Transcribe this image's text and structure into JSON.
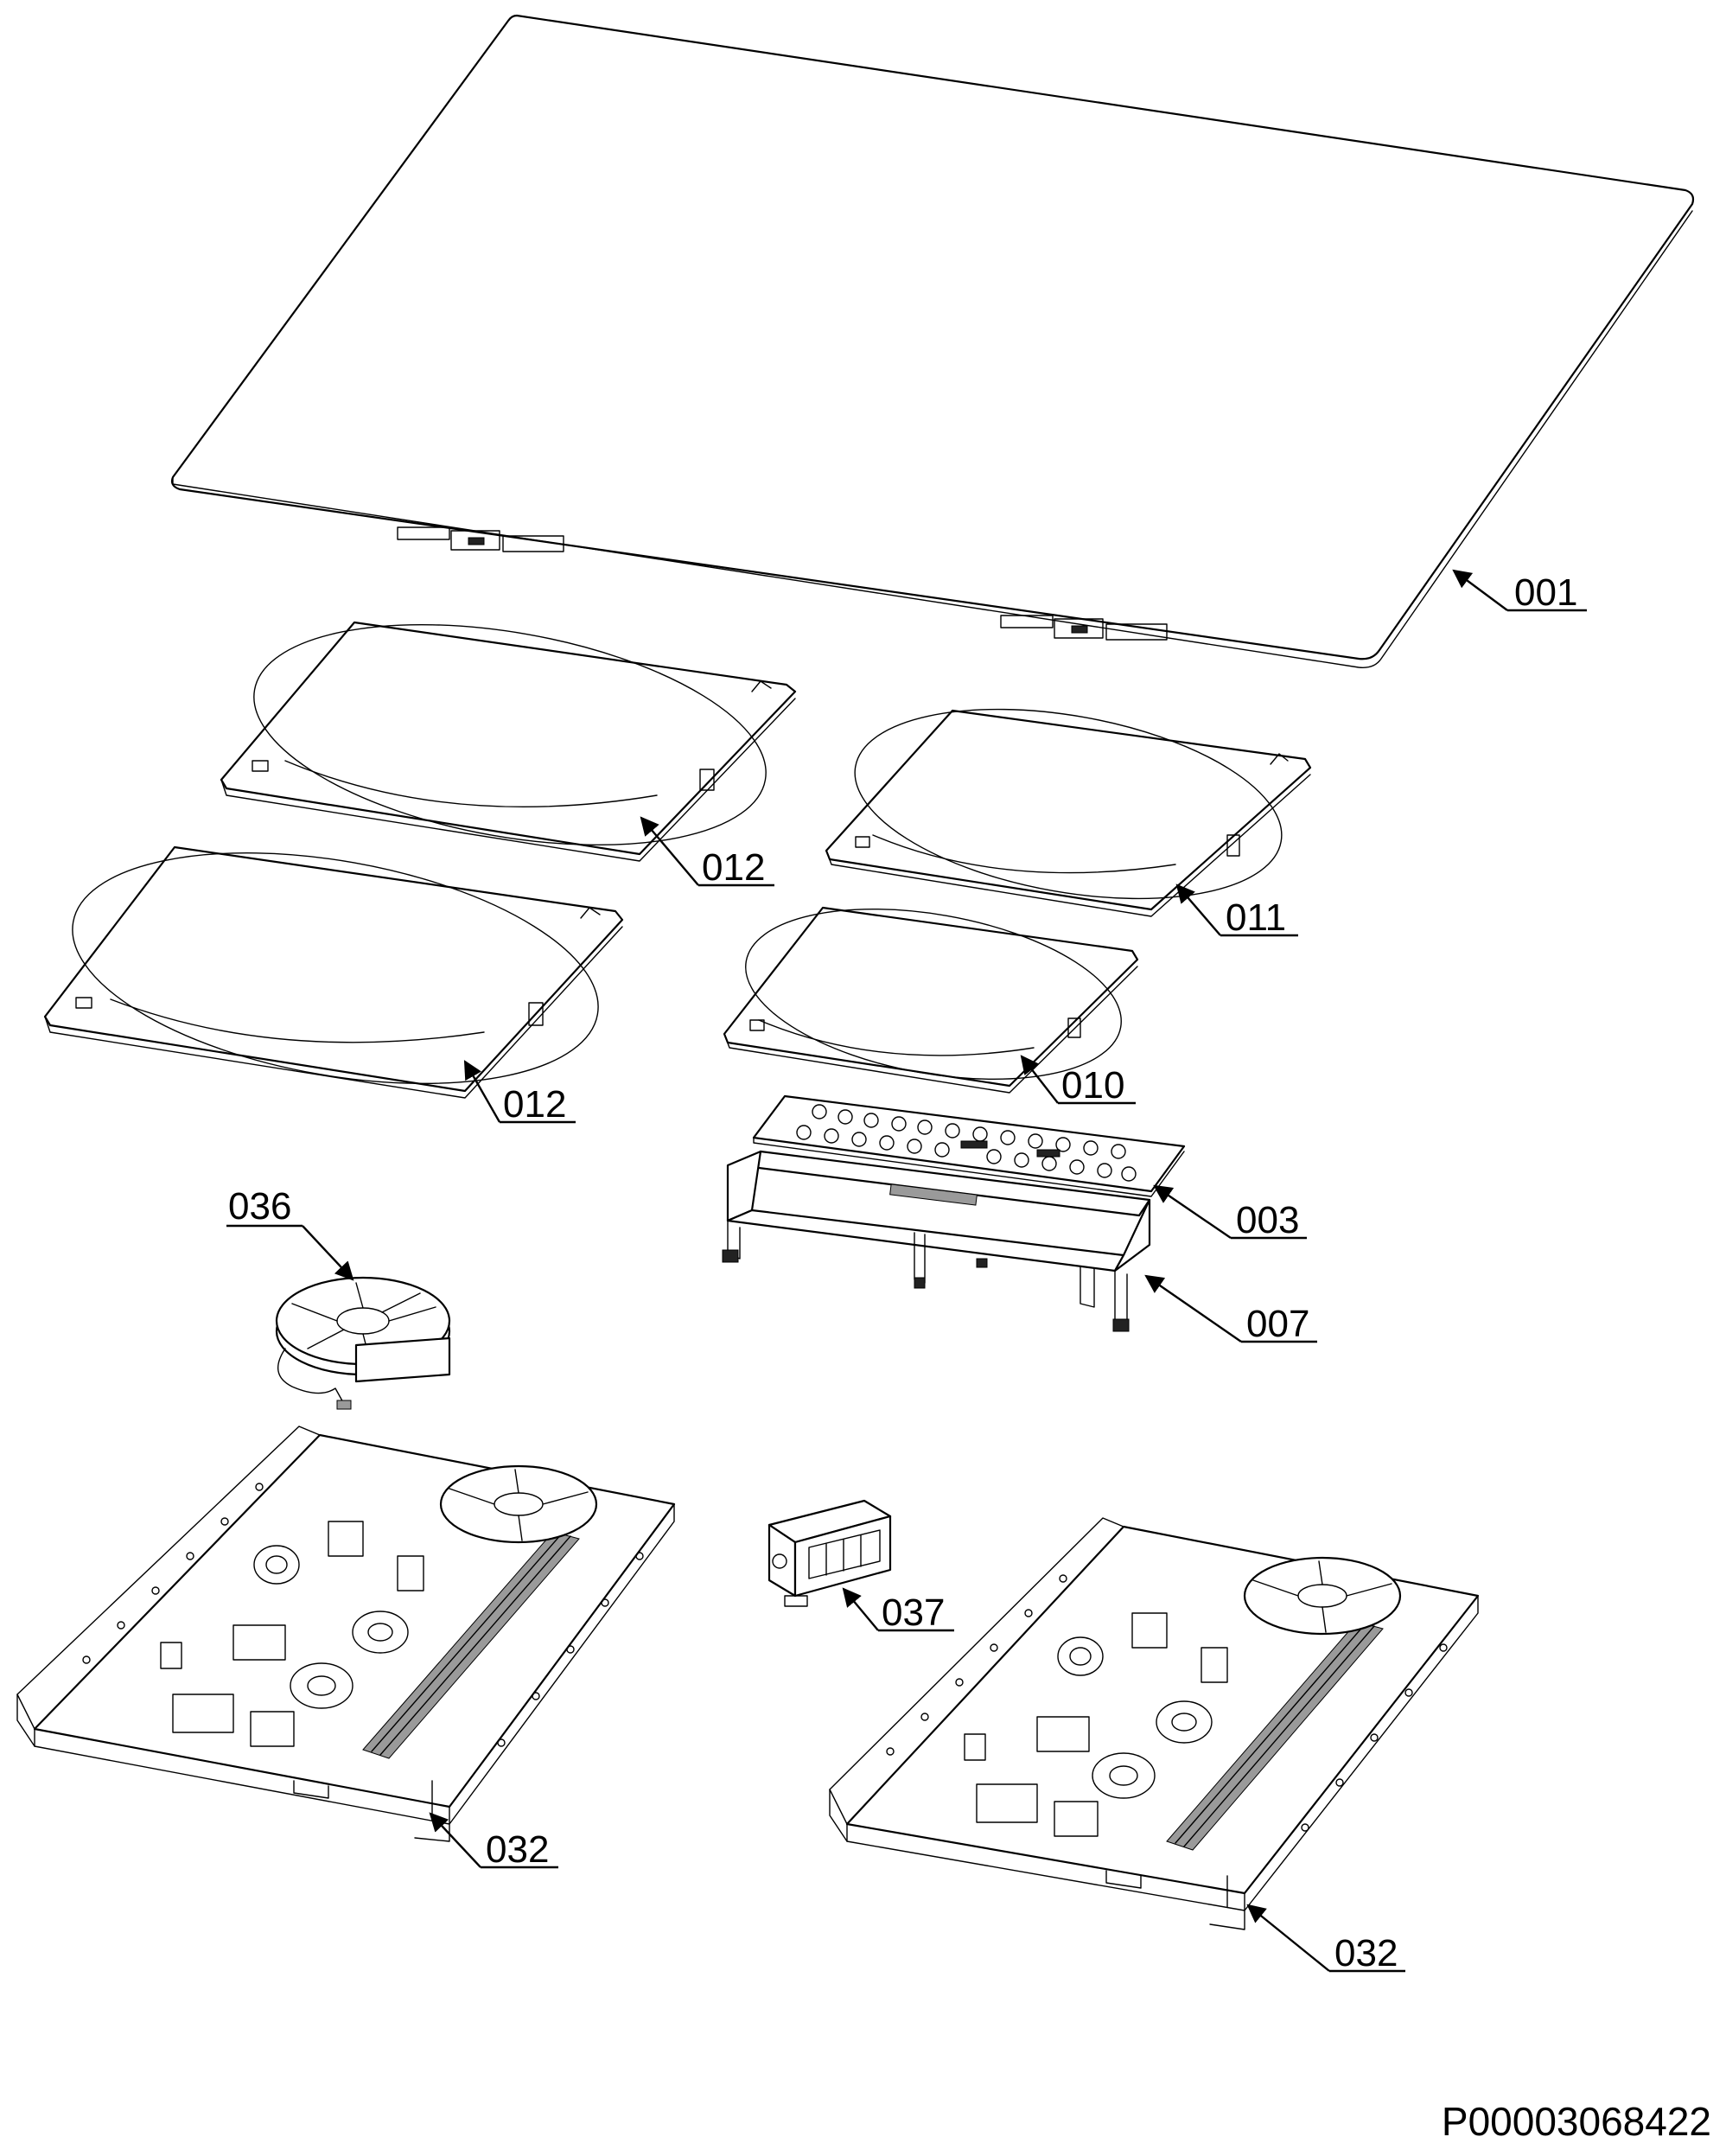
{
  "callouts": [
    {
      "id": "c001",
      "label": "001"
    },
    {
      "id": "c012a",
      "label": "012"
    },
    {
      "id": "c011",
      "label": "011"
    },
    {
      "id": "c012b",
      "label": "012"
    },
    {
      "id": "c010",
      "label": "010"
    },
    {
      "id": "c003",
      "label": "003"
    },
    {
      "id": "c036",
      "label": "036"
    },
    {
      "id": "c007",
      "label": "007"
    },
    {
      "id": "c037",
      "label": "037"
    },
    {
      "id": "c032a",
      "label": "032"
    },
    {
      "id": "c032b",
      "label": "032"
    }
  ],
  "document_id": "P00003068422"
}
